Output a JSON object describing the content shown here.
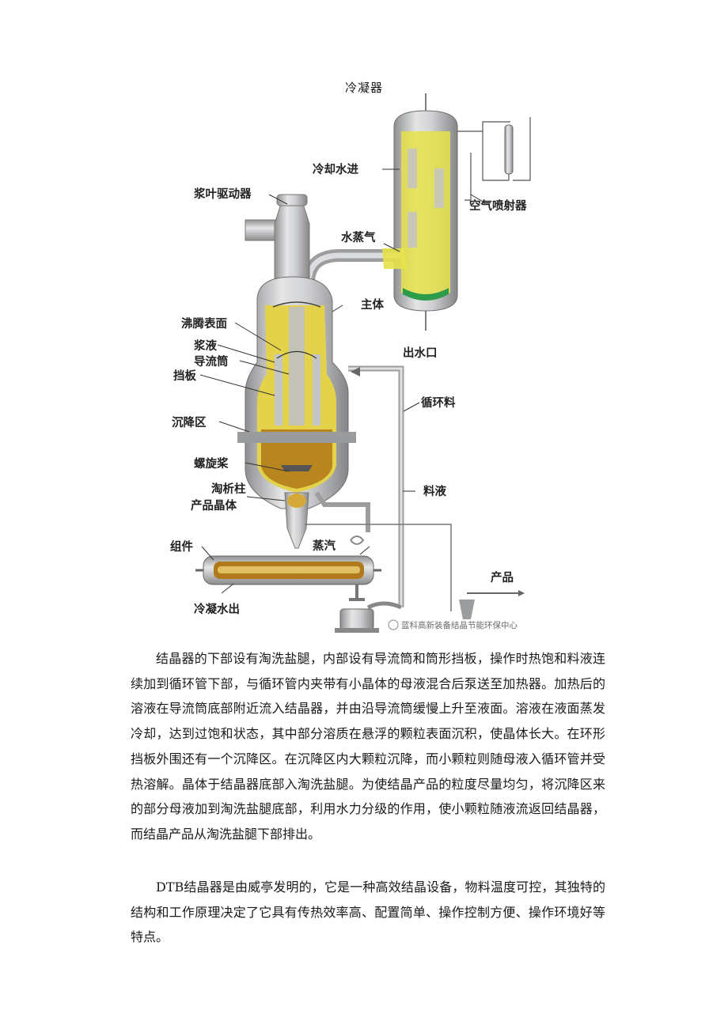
{
  "figure": {
    "title": "冷凝器",
    "labels": {
      "paddle_driver": "浆叶驱动器",
      "cooling_water_in": "冷却水进",
      "air_ejector": "空气喷射器",
      "water_vapor": "水蒸气",
      "main_body": "主体",
      "boiling_surface": "沸腾表面",
      "water_outlet": "出水口",
      "slurry": "浆液",
      "draft_tube": "导流筒",
      "baffle": "挡板",
      "settling_zone": "沉降区",
      "recirculation": "循环料",
      "propeller": "螺旋桨",
      "elutriation_leg": "淘析柱",
      "product_crystal": "产品晶体",
      "feed_liquid": "料液",
      "component": "组件",
      "steam": "蒸汽",
      "product": "产品",
      "condensate_out": "冷凝水出"
    },
    "watermark": "蓝科高新装备结晶节能环保中心"
  },
  "paragraphs": [
    "结晶器的下部设有淘洗盐腿，内部设有导流筒和筒形挡板，操作时热饱和料液连续加到循环管下部，与循环管内夹带有小晶体的母液混合后泵送至加热器。加热后的溶液在导流筒底部附近流入结晶器，并由沿导流筒缓慢上升至液面。溶液在液面蒸发冷却，达到过饱和状态，其中部分溶质在悬浮的颗粒表面沉积，使晶体长大。在环形挡板外围还有一个沉降区。在沉降区内大颗粒沉降，而小颗粒则随母液入循环管并受热溶解。晶体于结晶器底部入淘洗盐腿。为使结晶产品的粒度尽量均匀，将沉降区来的部分母液加到淘洗盐腿底部，利用水力分级的作用，使小颗粒随液流返回结晶器，而结晶产品从淘洗盐腿下部排出。",
    "DTB结晶器是由威亭发明的，它是一种高效结晶设备，物料温度可控，其独特的结构和工作原理决定了它具有传热效率高、配置简单、操作控制方便、操作环境好等特点。"
  ]
}
